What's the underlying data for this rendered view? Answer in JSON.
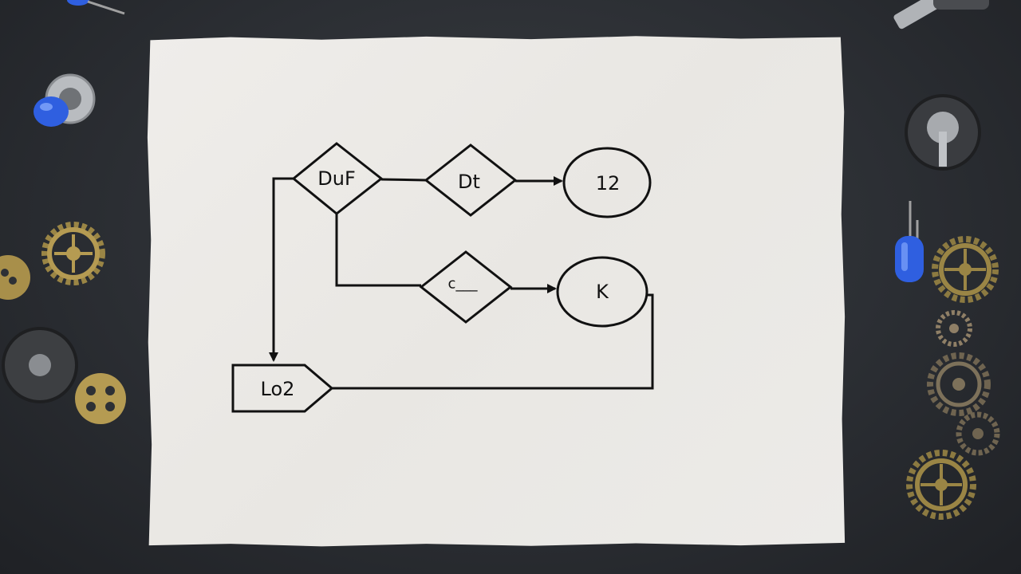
{
  "diagram": {
    "nodes": {
      "duf": "DuF",
      "dt": "Dt",
      "n12": "12",
      "c": "c___",
      "k": "K",
      "lo2": "Lo2"
    }
  },
  "colors": {
    "background": "#2d3035",
    "paper": "#ecebe8",
    "ink": "#111111",
    "gear_brass": "#9a8545",
    "led_blue": "#2f5fe0"
  },
  "props": [
    "gear-icon",
    "led-icon",
    "screw-icon",
    "knob-icon"
  ]
}
